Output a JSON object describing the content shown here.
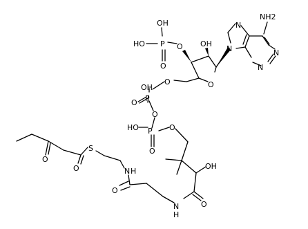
{
  "molecule": {
    "atoms": [
      {
        "id": "nh2",
        "label": "NH2"
      },
      {
        "id": "n_ad1",
        "label": "N"
      },
      {
        "id": "n_ad2",
        "label": "N"
      },
      {
        "id": "n_ad3",
        "label": "N"
      },
      {
        "id": "n_ad4",
        "label": "N"
      },
      {
        "id": "oh_3p1",
        "label": "OH"
      },
      {
        "id": "oh_3p2",
        "label": "HO"
      },
      {
        "id": "p_3p",
        "label": "P"
      },
      {
        "id": "o_3p_dbl",
        "label": "O"
      },
      {
        "id": "o_3p_link",
        "label": "O"
      },
      {
        "id": "oh_sugar",
        "label": "OH"
      },
      {
        "id": "o_ring",
        "label": "O"
      },
      {
        "id": "o_5p",
        "label": "O"
      },
      {
        "id": "oh_pa",
        "label": "OH"
      },
      {
        "id": "p_a",
        "label": "P"
      },
      {
        "id": "o_pa_dbl",
        "label": "O"
      },
      {
        "id": "o_bridge",
        "label": "O"
      },
      {
        "id": "p_b",
        "label": "P"
      },
      {
        "id": "oh_pb",
        "label": "HO"
      },
      {
        "id": "o_pb_dbl",
        "label": "O"
      },
      {
        "id": "o_pb_link",
        "label": "O"
      },
      {
        "id": "oh_pant",
        "label": "OH"
      },
      {
        "id": "o_amide1",
        "label": "O"
      },
      {
        "id": "nh_amide1",
        "label": "N"
      },
      {
        "id": "h_amide1",
        "label": "H"
      },
      {
        "id": "o_amide2",
        "label": "O"
      },
      {
        "id": "nh_amide2",
        "label": "N"
      },
      {
        "id": "h_amide2",
        "label": "H"
      },
      {
        "id": "s_thio",
        "label": "S"
      },
      {
        "id": "o_thioester",
        "label": "O"
      },
      {
        "id": "o_keto",
        "label": "O"
      }
    ]
  }
}
